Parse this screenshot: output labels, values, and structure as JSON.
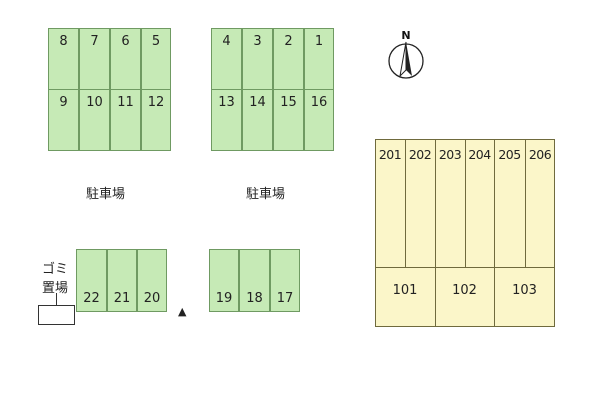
{
  "parking_label": "駐車場",
  "garbage_label_line1": "ゴミ",
  "garbage_label_line2": "置場",
  "compass": {
    "north_label": "N",
    "icon": "north-arrow-icon"
  },
  "entrance": {
    "icon": "triangle-marker-icon",
    "glyph": "▲"
  },
  "stalls_top_left": [
    "8",
    "7",
    "6",
    "5",
    "9",
    "10",
    "11",
    "12"
  ],
  "stalls_top_right": [
    "4",
    "3",
    "2",
    "1",
    "13",
    "14",
    "15",
    "16"
  ],
  "stalls_bottom_left": [
    "22",
    "21",
    "20"
  ],
  "stalls_bottom_right": [
    "19",
    "18",
    "17"
  ],
  "building": {
    "upper_units": [
      "201",
      "202",
      "203",
      "204",
      "205",
      "206"
    ],
    "lower_units": [
      "101",
      "102",
      "103"
    ]
  },
  "colors": {
    "stall_fill": "#c6eab6",
    "building_fill": "#fbf6c9"
  }
}
